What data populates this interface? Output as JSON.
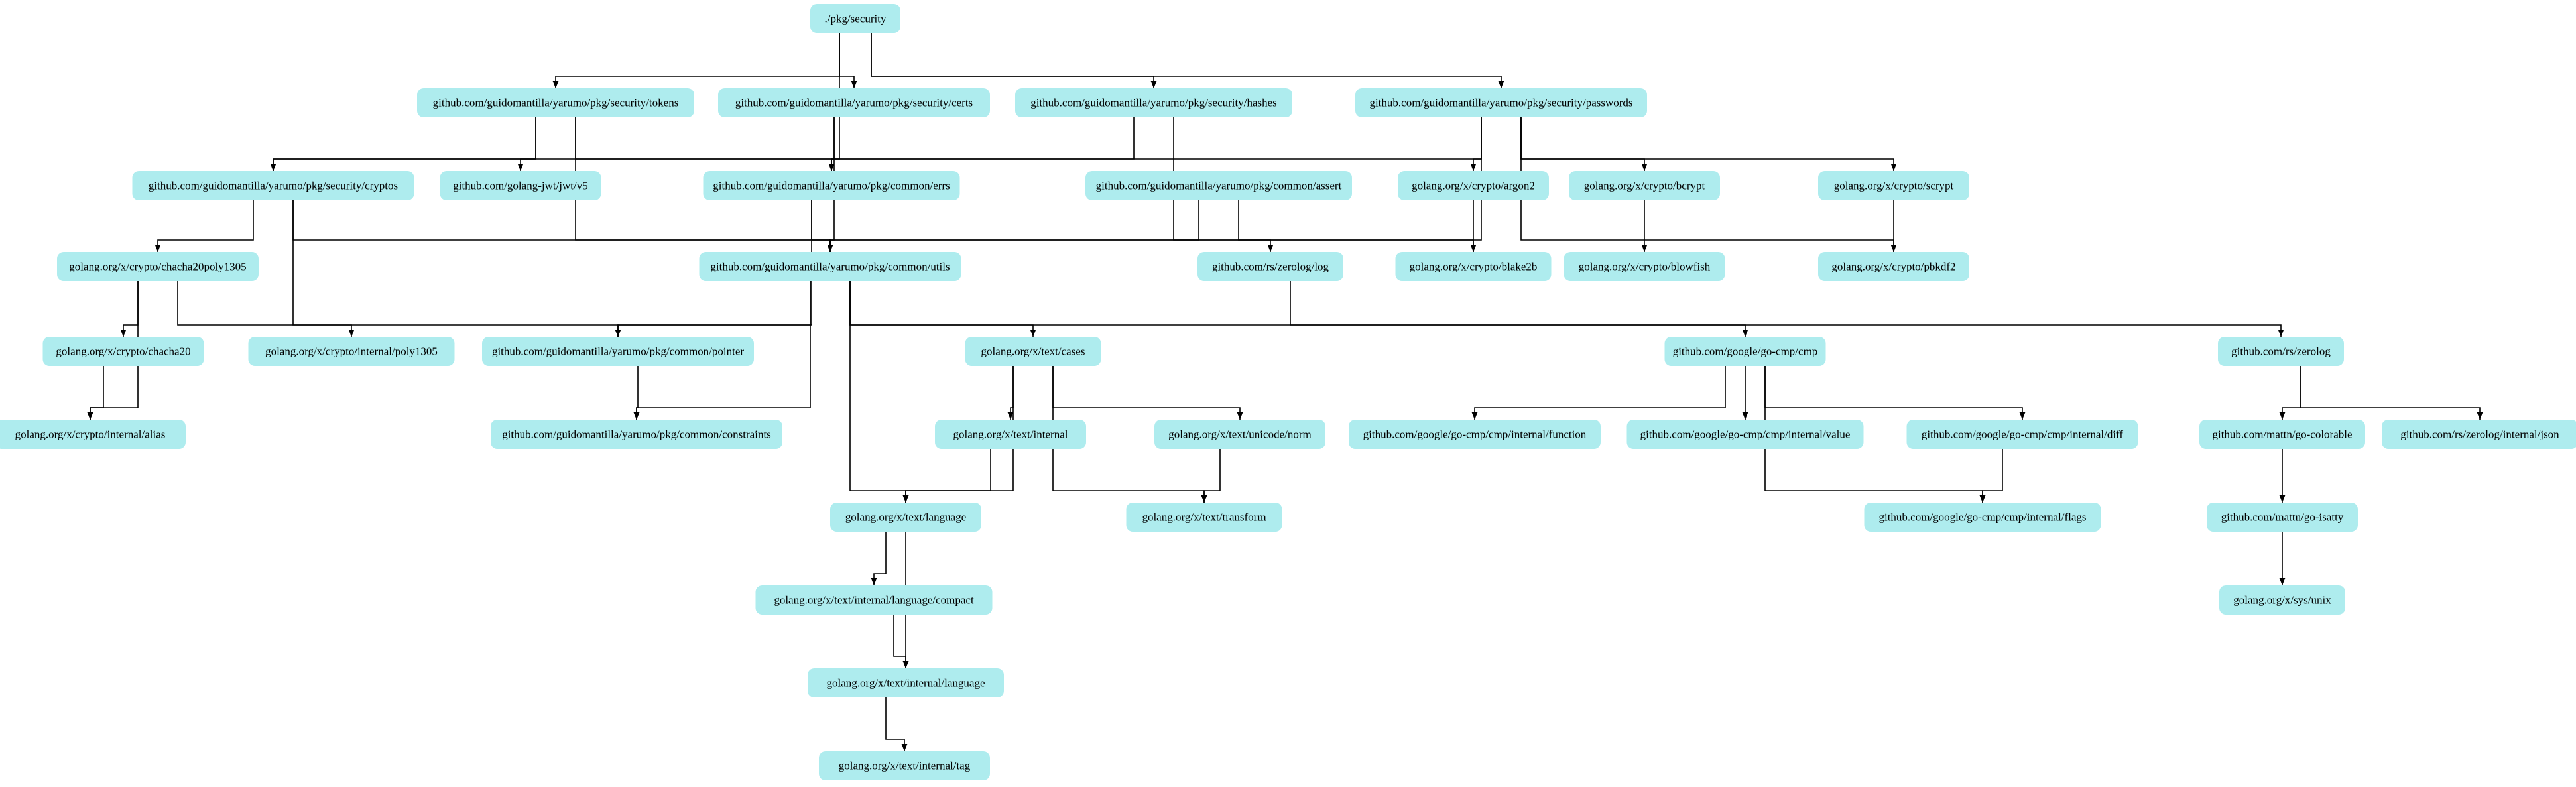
{
  "diagram": {
    "node_fill": "#aeecee",
    "edge_color": "#000000",
    "nodes": [
      {
        "id": "pkg-security",
        "label": "./pkg/security"
      },
      {
        "id": "sec-tokens",
        "label": "github.com/guidomantilla/yarumo/pkg/security/tokens"
      },
      {
        "id": "sec-certs",
        "label": "github.com/guidomantilla/yarumo/pkg/security/certs"
      },
      {
        "id": "sec-hashes",
        "label": "github.com/guidomantilla/yarumo/pkg/security/hashes"
      },
      {
        "id": "sec-passwords",
        "label": "github.com/guidomantilla/yarumo/pkg/security/passwords"
      },
      {
        "id": "sec-cryptos",
        "label": "github.com/guidomantilla/yarumo/pkg/security/cryptos"
      },
      {
        "id": "jwt",
        "label": "github.com/golang-jwt/jwt/v5"
      },
      {
        "id": "common-errs",
        "label": "github.com/guidomantilla/yarumo/pkg/common/errs"
      },
      {
        "id": "common-assert",
        "label": "github.com/guidomantilla/yarumo/pkg/common/assert"
      },
      {
        "id": "argon2",
        "label": "golang.org/x/crypto/argon2"
      },
      {
        "id": "bcrypt",
        "label": "golang.org/x/crypto/bcrypt"
      },
      {
        "id": "scrypt",
        "label": "golang.org/x/crypto/scrypt"
      },
      {
        "id": "chacha20poly1305",
        "label": "golang.org/x/crypto/chacha20poly1305"
      },
      {
        "id": "common-utils",
        "label": "github.com/guidomantilla/yarumo/pkg/common/utils"
      },
      {
        "id": "zerolog-log",
        "label": "github.com/rs/zerolog/log"
      },
      {
        "id": "blake2b",
        "label": "golang.org/x/crypto/blake2b"
      },
      {
        "id": "blowfish",
        "label": "golang.org/x/crypto/blowfish"
      },
      {
        "id": "pbkdf2",
        "label": "golang.org/x/crypto/pbkdf2"
      },
      {
        "id": "chacha20",
        "label": "golang.org/x/crypto/chacha20"
      },
      {
        "id": "poly1305",
        "label": "golang.org/x/crypto/internal/poly1305"
      },
      {
        "id": "common-pointer",
        "label": "github.com/guidomantilla/yarumo/pkg/common/pointer"
      },
      {
        "id": "text-cases",
        "label": "golang.org/x/text/cases"
      },
      {
        "id": "go-cmp",
        "label": "github.com/google/go-cmp/cmp"
      },
      {
        "id": "zerolog",
        "label": "github.com/rs/zerolog"
      },
      {
        "id": "crypto-alias",
        "label": "golang.org/x/crypto/internal/alias"
      },
      {
        "id": "common-constraints",
        "label": "github.com/guidomantilla/yarumo/pkg/common/constraints"
      },
      {
        "id": "text-internal",
        "label": "golang.org/x/text/internal"
      },
      {
        "id": "unicode-norm",
        "label": "golang.org/x/text/unicode/norm"
      },
      {
        "id": "cmp-function",
        "label": "github.com/google/go-cmp/cmp/internal/function"
      },
      {
        "id": "cmp-value",
        "label": "github.com/google/go-cmp/cmp/internal/value"
      },
      {
        "id": "cmp-diff",
        "label": "github.com/google/go-cmp/cmp/internal/diff"
      },
      {
        "id": "go-colorable",
        "label": "github.com/mattn/go-colorable"
      },
      {
        "id": "zerolog-json",
        "label": "github.com/rs/zerolog/internal/json"
      },
      {
        "id": "text-language",
        "label": "golang.org/x/text/language"
      },
      {
        "id": "text-transform",
        "label": "golang.org/x/text/transform"
      },
      {
        "id": "cmp-flags",
        "label": "github.com/google/go-cmp/cmp/internal/flags"
      },
      {
        "id": "go-isatty",
        "label": "github.com/mattn/go-isatty"
      },
      {
        "id": "lang-compact",
        "label": "golang.org/x/text/internal/language/compact"
      },
      {
        "id": "sys-unix",
        "label": "golang.org/x/sys/unix"
      },
      {
        "id": "internal-language",
        "label": "golang.org/x/text/internal/language"
      },
      {
        "id": "internal-tag",
        "label": "golang.org/x/text/internal/tag"
      }
    ],
    "edges": [
      [
        "pkg-security",
        "sec-cryptos"
      ],
      [
        "pkg-security",
        "sec-tokens"
      ],
      [
        "pkg-security",
        "sec-certs"
      ],
      [
        "pkg-security",
        "sec-hashes"
      ],
      [
        "pkg-security",
        "sec-passwords"
      ],
      [
        "sec-tokens",
        "sec-cryptos"
      ],
      [
        "sec-tokens",
        "jwt"
      ],
      [
        "sec-tokens",
        "common-errs"
      ],
      [
        "sec-tokens",
        "common-utils"
      ],
      [
        "sec-certs",
        "common-errs"
      ],
      [
        "sec-certs",
        "common-utils"
      ],
      [
        "sec-hashes",
        "common-errs"
      ],
      [
        "sec-hashes",
        "blake2b"
      ],
      [
        "sec-passwords",
        "common-errs"
      ],
      [
        "sec-passwords",
        "common-utils"
      ],
      [
        "sec-passwords",
        "argon2"
      ],
      [
        "sec-passwords",
        "bcrypt"
      ],
      [
        "sec-passwords",
        "scrypt"
      ],
      [
        "sec-passwords",
        "pbkdf2"
      ],
      [
        "sec-cryptos",
        "chacha20poly1305"
      ],
      [
        "sec-cryptos",
        "common-utils"
      ],
      [
        "sec-cryptos",
        "common-pointer"
      ],
      [
        "common-errs",
        "common-utils"
      ],
      [
        "common-errs",
        "common-pointer"
      ],
      [
        "common-assert",
        "common-utils"
      ],
      [
        "common-assert",
        "zerolog-log"
      ],
      [
        "argon2",
        "blake2b"
      ],
      [
        "bcrypt",
        "blowfish"
      ],
      [
        "scrypt",
        "pbkdf2"
      ],
      [
        "chacha20poly1305",
        "chacha20"
      ],
      [
        "chacha20poly1305",
        "poly1305"
      ],
      [
        "chacha20poly1305",
        "crypto-alias"
      ],
      [
        "chacha20",
        "crypto-alias"
      ],
      [
        "common-utils",
        "common-pointer"
      ],
      [
        "common-utils",
        "common-constraints"
      ],
      [
        "common-utils",
        "text-cases"
      ],
      [
        "common-utils",
        "text-language"
      ],
      [
        "common-utils",
        "go-cmp"
      ],
      [
        "common-pointer",
        "common-constraints"
      ],
      [
        "zerolog-log",
        "zerolog"
      ],
      [
        "text-cases",
        "text-internal"
      ],
      [
        "text-cases",
        "text-language"
      ],
      [
        "text-cases",
        "unicode-norm"
      ],
      [
        "text-cases",
        "text-transform"
      ],
      [
        "text-internal",
        "text-language"
      ],
      [
        "unicode-norm",
        "text-transform"
      ],
      [
        "text-language",
        "lang-compact"
      ],
      [
        "text-language",
        "internal-language"
      ],
      [
        "lang-compact",
        "internal-language"
      ],
      [
        "internal-language",
        "internal-tag"
      ],
      [
        "go-cmp",
        "cmp-function"
      ],
      [
        "go-cmp",
        "cmp-value"
      ],
      [
        "go-cmp",
        "cmp-diff"
      ],
      [
        "go-cmp",
        "cmp-flags"
      ],
      [
        "cmp-diff",
        "cmp-flags"
      ],
      [
        "zerolog",
        "go-colorable"
      ],
      [
        "zerolog",
        "zerolog-json"
      ],
      [
        "go-colorable",
        "go-isatty"
      ],
      [
        "go-isatty",
        "sys-unix"
      ]
    ]
  }
}
